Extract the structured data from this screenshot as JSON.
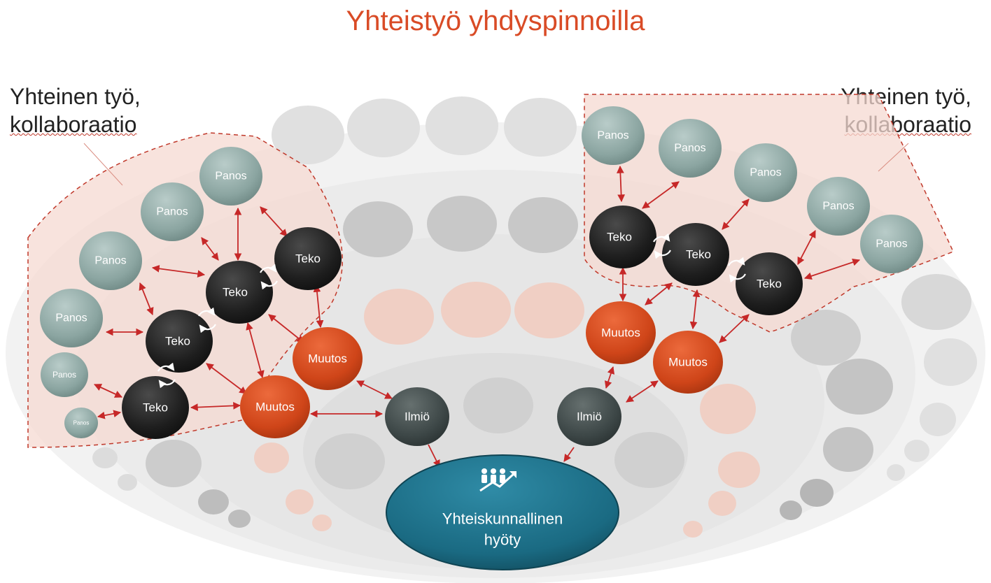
{
  "title": "Yhteistyö yhdyspinnoilla",
  "left_label": {
    "line1": "Yhteinen työ,",
    "line2": "kollaboraatio"
  },
  "right_label": {
    "line1": "Yhteinen työ,",
    "line2": "kollaboraatio"
  },
  "node_labels": {
    "panos": "Panos",
    "teko": "Teko",
    "muutos": "Muutos",
    "ilmio": "Ilmiö"
  },
  "benefit": {
    "line1": "Yhteiskunnallinen",
    "line2": "hyöty",
    "icon": "people-growth-icon"
  },
  "colors": {
    "title": "#d94b26",
    "panos": "#8fa8a4",
    "teko": "#222222",
    "muutos": "#d2461f",
    "ilmio": "#3f4a4a",
    "benefit": "#1c6e87",
    "arrow": "#c62828",
    "zone": "#f5d9d2",
    "zone_border": "#c0392b"
  }
}
